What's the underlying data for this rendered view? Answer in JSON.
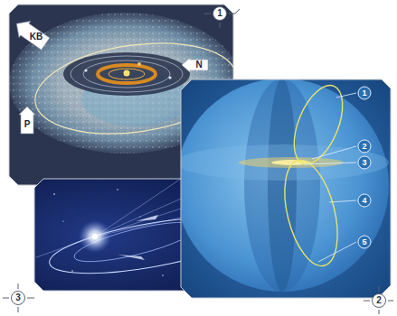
{
  "diagram": {
    "labels": [
      "1",
      "KB",
      "N",
      "P",
      "1",
      "2",
      "3",
      "4",
      "5",
      "3",
      "2"
    ]
  }
}
